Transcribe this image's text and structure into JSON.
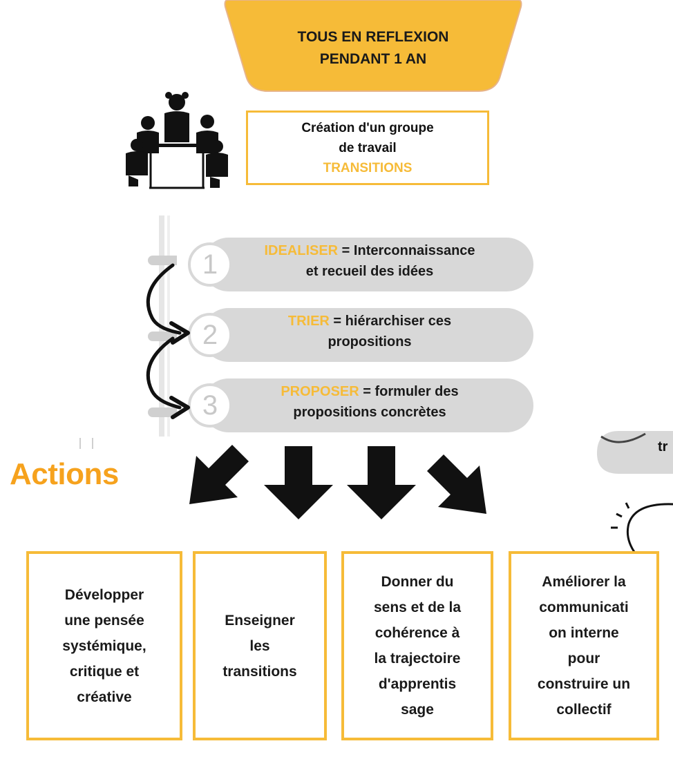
{
  "colors": {
    "accent": "#f6bb38",
    "actions_title": "#f6a21d",
    "step_pill": "#d8d8d8"
  },
  "banner": {
    "line1": "TOUS EN REFLEXION",
    "line2": "PENDANT 1 AN"
  },
  "group": {
    "line1": "Création d'un groupe",
    "line2": "de travail",
    "highlight": "TRANSITIONS",
    "icon": "team-meeting-icon"
  },
  "steps": [
    {
      "number": "1",
      "keyword": "IDEALISER",
      "rest1": " = Interconnaissance",
      "line2": "et recueil des idées"
    },
    {
      "number": "2",
      "keyword": "TRIER",
      "rest1": " = hiérarchiser ces",
      "line2": "propositions"
    },
    {
      "number": "3",
      "keyword": "PROPOSER",
      "rest1": " = formuler des",
      "line2": "propositions concrètes"
    }
  ],
  "partial": {
    "text": "tr"
  },
  "actions": {
    "title": "Actions",
    "cards": [
      {
        "lines": [
          "Développer",
          "une pensée",
          "systémique,",
          "critique et",
          "créative"
        ]
      },
      {
        "lines": [
          "Enseigner",
          "les",
          "transitions"
        ]
      },
      {
        "lines": [
          "Donner du",
          "sens et de la",
          "cohérence à",
          "la trajectoire",
          "d'apprentis",
          "sage"
        ]
      },
      {
        "lines": [
          "Améliorer la",
          "communicati",
          "on interne",
          "pour",
          "construire un",
          "collectif"
        ]
      }
    ]
  }
}
